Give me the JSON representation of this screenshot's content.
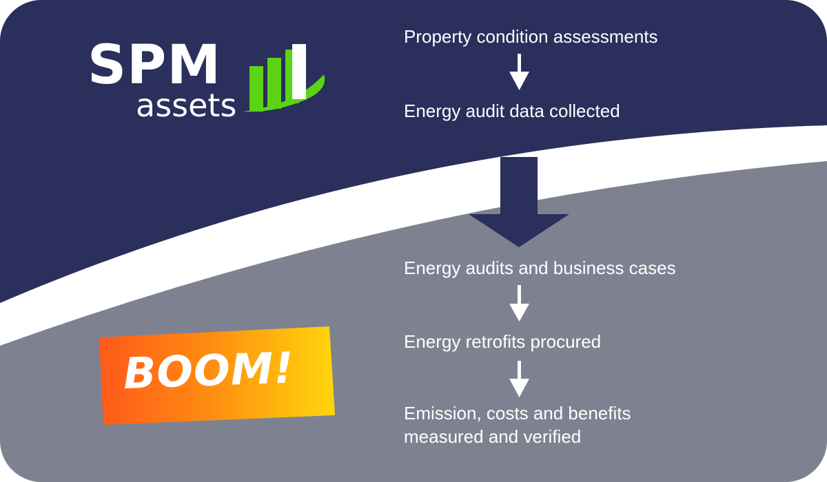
{
  "colors": {
    "navy": "#2a2f5c",
    "grey": "#7e8290",
    "logo_green": "#5ad414",
    "boom_orange": "#ff5a1a",
    "boom_yellow": "#ffd60a"
  },
  "logo": {
    "brand": "SPM",
    "sub": "assets",
    "icon": "rising-bars-swoosh-icon"
  },
  "boom_badge": {
    "label": "BOOM!"
  },
  "flow": {
    "steps": [
      "Property condition assessments",
      "Energy audit data collected",
      "Energy audits and business cases",
      "Energy retrofits procured"
    ],
    "final_step_line1": "Emission, costs and benefits",
    "final_step_line2": "measured and verified",
    "arrow_icon": "down-arrow-icon",
    "big_arrow_icon": "large-down-arrow-icon"
  }
}
